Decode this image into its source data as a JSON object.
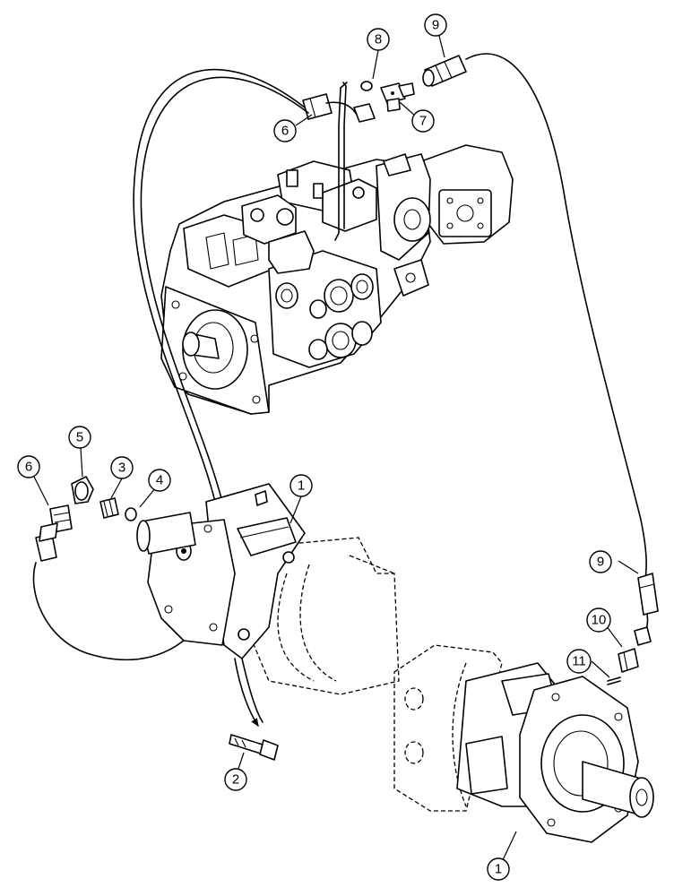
{
  "callouts": [
    {
      "label": "1"
    },
    {
      "label": "1"
    },
    {
      "label": "2"
    },
    {
      "label": "3"
    },
    {
      "label": "4"
    },
    {
      "label": "5"
    },
    {
      "label": "6"
    },
    {
      "label": "6"
    },
    {
      "label": "7"
    },
    {
      "label": "8"
    },
    {
      "label": "9"
    },
    {
      "label": "9"
    },
    {
      "label": "10"
    },
    {
      "label": "11"
    }
  ]
}
